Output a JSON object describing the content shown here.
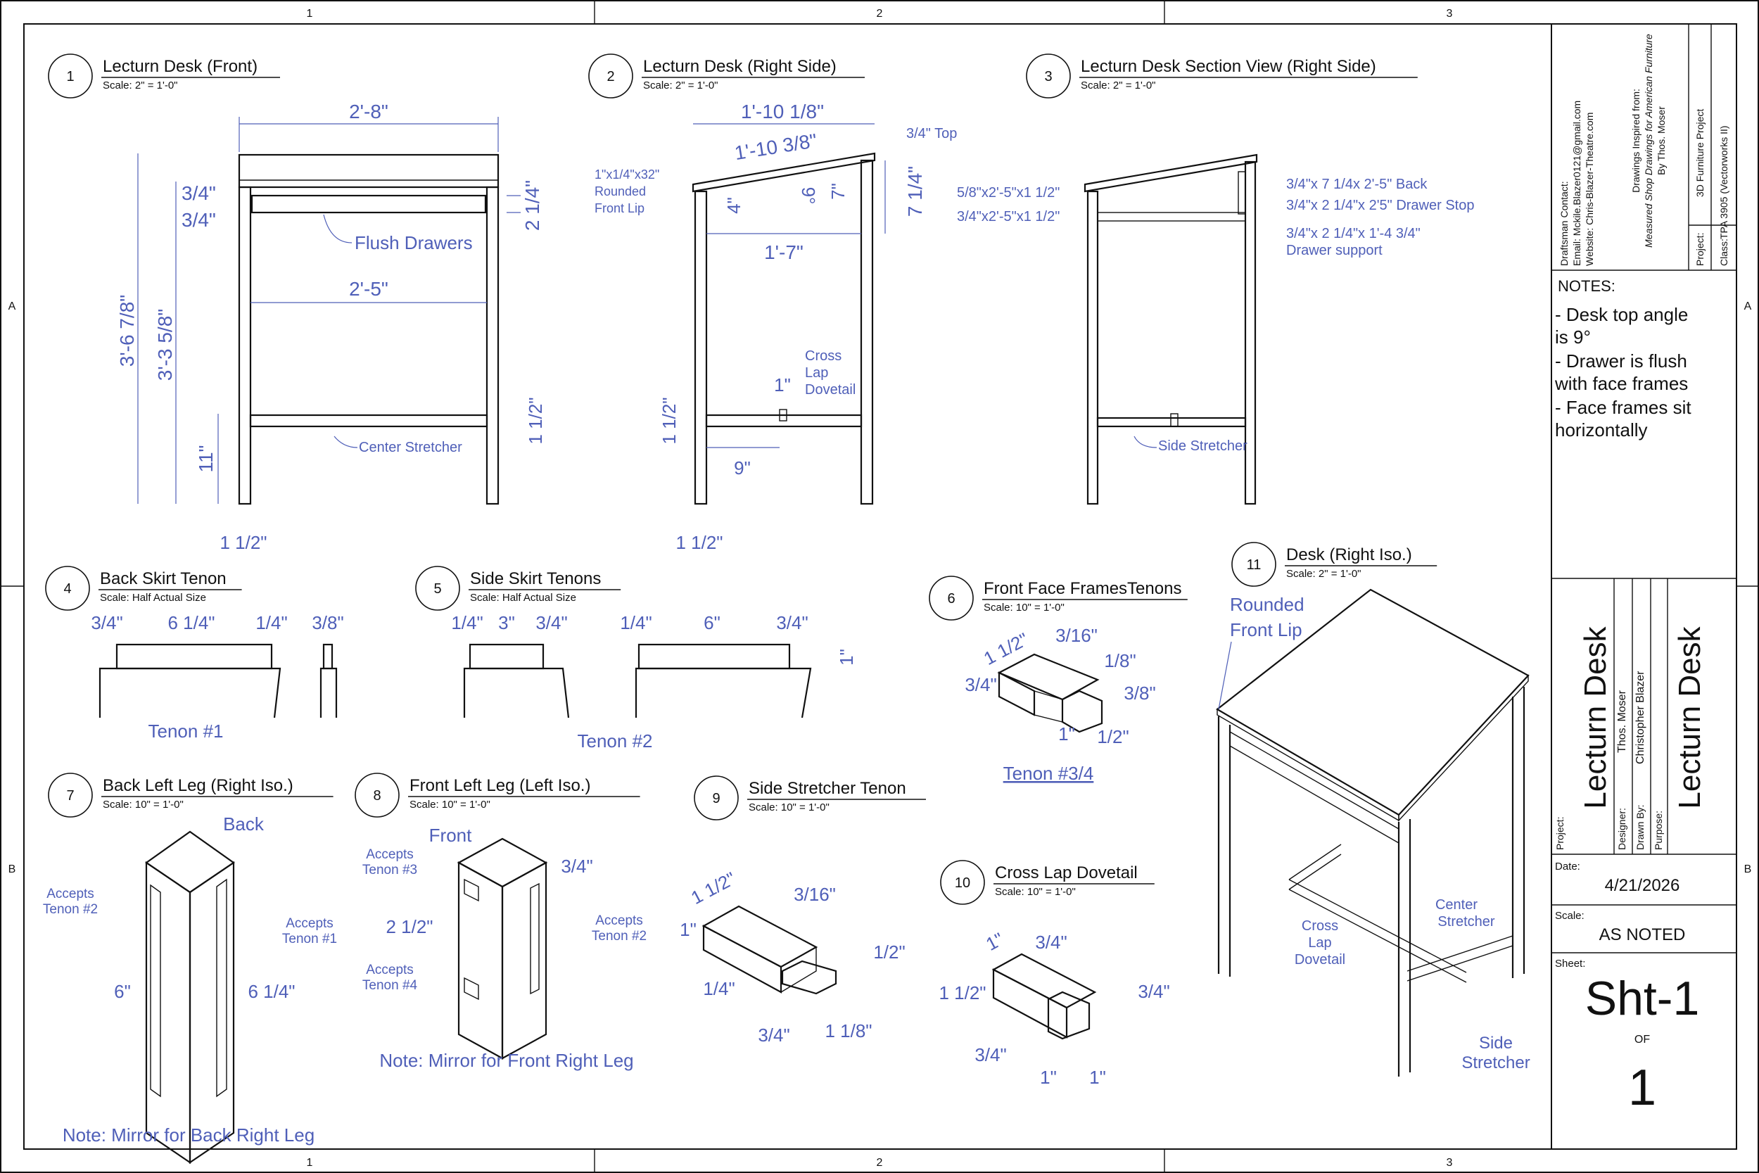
{
  "border": {
    "columns": [
      "1",
      "2",
      "3"
    ],
    "rows": [
      "A",
      "B"
    ]
  },
  "views": [
    {
      "num": "1",
      "title": "Lecturn Desk (Front)",
      "scale": "Scale: 2\" = 1'-0\""
    },
    {
      "num": "2",
      "title": "Lecturn Desk (Right Side)",
      "scale": "Scale: 2\" = 1'-0\""
    },
    {
      "num": "3",
      "title": "Lecturn Desk Section View (Right Side)",
      "scale": "Scale: 2\" = 1'-0\""
    },
    {
      "num": "4",
      "title": "Back Skirt Tenon",
      "scale": "Scale: Half Actual Size"
    },
    {
      "num": "5",
      "title": "Side Skirt Tenons",
      "scale": "Scale: Half Actual Size"
    },
    {
      "num": "6",
      "title": "Front Face FramesTenons",
      "scale": "Scale: 10\" = 1'-0\""
    },
    {
      "num": "7",
      "title": "Back Left Leg (Right Iso.)",
      "scale": "Scale: 10\" = 1'-0\""
    },
    {
      "num": "8",
      "title": "Front Left Leg (Left Iso.)",
      "scale": "Scale: 10\" = 1'-0\""
    },
    {
      "num": "9",
      "title": "Side Stretcher Tenon",
      "scale": "Scale: 10\" = 1'-0\""
    },
    {
      "num": "10",
      "title": "Cross Lap Dovetail",
      "scale": "Scale: 10\" = 1'-0\""
    },
    {
      "num": "11",
      "title": "Desk (Right Iso.)",
      "scale": "Scale: 2\" = 1'-0\""
    }
  ],
  "v1": {
    "width": "2'-8\"",
    "top_t1": "3/4\"",
    "top_t2": "3/4\"",
    "drawer_h": "2 1/4\"",
    "flush": "Flush Drawers",
    "inner_w": "2'-5\"",
    "h_total": "3'-6 7/8\"",
    "h_inner": "3'-3 5/8\"",
    "stretch_h": "11\"",
    "stretch_t": "1 1/2\"",
    "center": "Center Stretcher",
    "leg": "1 1/2\""
  },
  "v2": {
    "top1": "1'-10 1/8\"",
    "top2": "1'-10 3/8\"",
    "top_label": "3/4\" Top",
    "lip": [
      "1\"x1/4\"x32\"",
      "Rounded",
      "Front Lip"
    ],
    "d4": "4\"",
    "deg": "9°",
    "d7": "7\"",
    "d714": "7 1/4\"",
    "depth": "1'-7\"",
    "cross": [
      "Cross",
      "Lap",
      "Dovetail"
    ],
    "one": "1\"",
    "stretch_h": "1 1/2\"",
    "nine": "9\"",
    "leg": "1 1/2\""
  },
  "v3": {
    "l1": "5/8\"x2'-5\"x1 1/2\"",
    "l2": "3/4\"x2'-5\"x1 1/2\"",
    "r1": "3/4\"x 7 1/4x 2'-5\" Back",
    "r2": "3/4\"x 2 1/4\"x 2'5\" Drawer Stop",
    "r3": "3/4\"x 2 1/4\"x 1'-4 3/4\"",
    "r4": "Drawer support",
    "side": "Side Stretcher"
  },
  "v4": {
    "a": "3/4\"",
    "b": "6 1/4\"",
    "c": "1/4\"",
    "d": "3/8\"",
    "label": "Tenon #1"
  },
  "v5": {
    "a": "1/4\"",
    "b": "3\"",
    "c": "3/4\"",
    "d": "1/4\"",
    "e": "6\"",
    "f": "3/4\"",
    "g": "1\"",
    "label": "Tenon #2"
  },
  "v6": {
    "a": "1 1/2\"",
    "b": "3/16\"",
    "c": "1/8\"",
    "d": "3/4\"",
    "e": "3/8\"",
    "f": "1\"",
    "g": "1/2\"",
    "label": "Tenon #3/4"
  },
  "v7": {
    "back": "Back",
    "acc2": [
      "Accepts",
      "Tenon #2"
    ],
    "acc1": [
      "Accepts",
      "Tenon #1"
    ],
    "six": "6\"",
    "six14": "6 1/4\"",
    "note": "Note: Mirror for Back Right Leg"
  },
  "v8": {
    "front": "Front",
    "acc3": [
      "Accepts",
      "Tenon #3"
    ],
    "acc4": [
      "Accepts",
      "Tenon #4"
    ],
    "acc2": [
      "Accepts",
      "Tenon #2"
    ],
    "d34": "3/4\"",
    "d212": "2 1/2\"",
    "note": "Note: Mirror for Front Right Leg"
  },
  "v9": {
    "a": "1 1/2\"",
    "b": "3/16\"",
    "c": "1\"",
    "d": "1/2\"",
    "e": "1/4\"",
    "f": "3/4\"",
    "g": "1 1/8\""
  },
  "v10": {
    "a": "1\"",
    "b": "3/4\"",
    "c": "1 1/2\"",
    "d": "3/4\"",
    "e": "3/4\"",
    "f": "1\"",
    "g": "1\""
  },
  "v11": {
    "lip": [
      "Rounded",
      "Front Lip"
    ],
    "cross": [
      "Cross",
      "Lap",
      "Dovetail"
    ],
    "center": [
      "Center",
      "Stretcher"
    ],
    "side": [
      "Side",
      "Stretcher"
    ]
  },
  "titleblock": {
    "contact": [
      "Draftsman Contact:",
      "Email: Mckile.Blazer0121@gmail.com",
      "Website: Chris-Blazer-Theatre.com"
    ],
    "inspired": [
      "Drawings Inspired from:",
      "Measured Shop Drawings for American Furniture",
      "By Thos. Moser"
    ],
    "project_label": "Project:",
    "project": "3D Furniture Project",
    "class_label": "Class:",
    "class": "TPA 3905 (Vectorworks II)",
    "notes_title": "NOTES:",
    "notes": [
      "- Desk top angle",
      "is 9°",
      "- Drawer is flush",
      "with face frames",
      "- Face frames sit",
      "horizontally"
    ],
    "project_name": "Lecturn Desk",
    "designer_label": "Designer:",
    "designer": "Thos. Moser",
    "drawn_label": "Drawn By:",
    "drawn": "Christopher Blazer",
    "purpose_label": "Purpose:",
    "purpose": "Lecturn Desk",
    "date_label": "Date:",
    "date": "4/21/2026",
    "scale_label": "Scale:",
    "scale": "AS NOTED",
    "sheet_label": "Sheet:",
    "sheet": "Sht-1",
    "of": "OF",
    "total": "1"
  }
}
